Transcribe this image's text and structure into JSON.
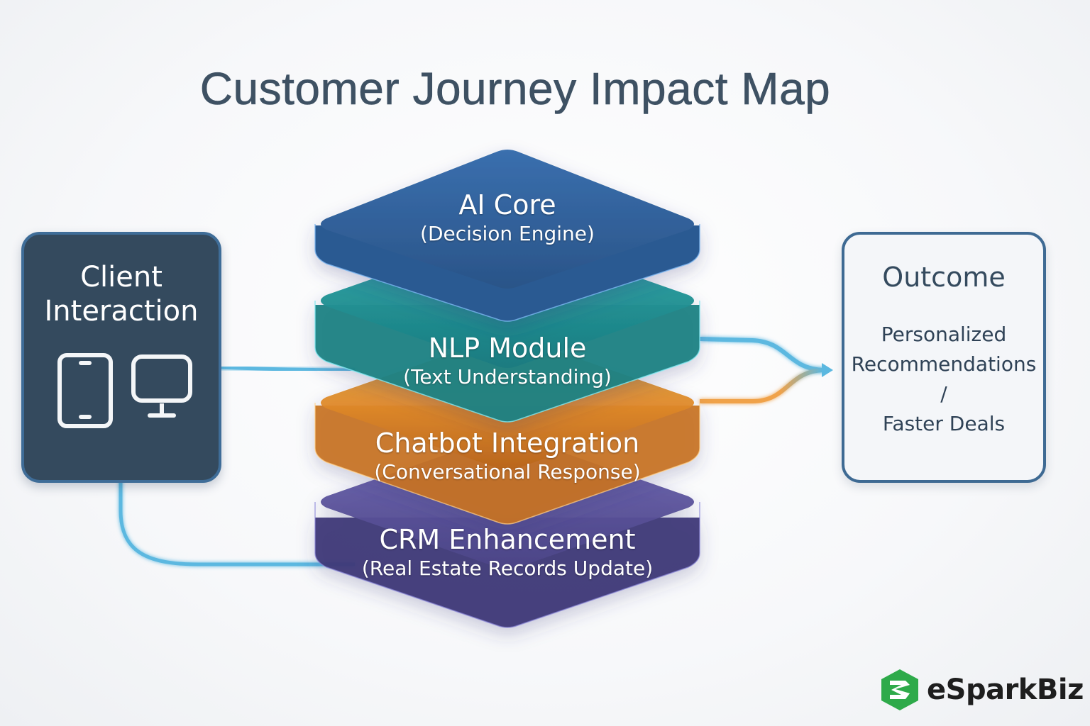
{
  "title": "Customer Journey Impact Map",
  "client": {
    "title_line1": "Client",
    "title_line2": "Interaction",
    "icons": [
      "smartphone-icon",
      "monitor-icon"
    ]
  },
  "layers": [
    {
      "main": "AI Core",
      "sub": "(Decision Engine)",
      "color": "#2f5f98"
    },
    {
      "main": "NLP Module",
      "sub": "(Text Understanding)",
      "color": "#1f8f93"
    },
    {
      "main": "Chatbot Integration",
      "sub": "(Conversational Response)",
      "color": "#e08a2a"
    },
    {
      "main": "CRM Enhancement",
      "sub": "(Real Estate Records Update)",
      "color": "#55508f"
    }
  ],
  "outcome": {
    "title": "Outcome",
    "line1": "Personalized",
    "line2": "Recommendations",
    "line3": "/",
    "line4": "Faster Deals"
  },
  "connector_colors": {
    "blue": "#5bb8e0",
    "orange": "#f0a24a"
  },
  "logo": {
    "text": "eSparkBiz",
    "brand_color": "#2eaa4a"
  }
}
